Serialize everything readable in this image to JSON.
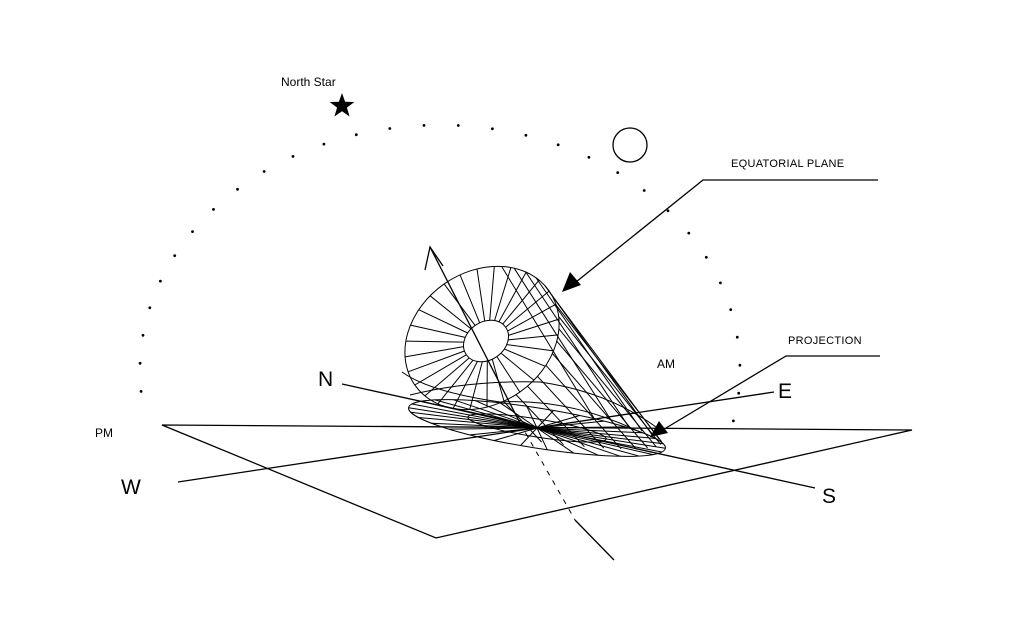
{
  "labels": {
    "north_star": "North Star",
    "equatorial_plane": "EQUATORIAL PLANE",
    "projection": "PROJECTION",
    "am": "AM",
    "pm": "PM",
    "north": "N",
    "east": "E",
    "south": "S",
    "west": "W"
  },
  "colors": {
    "ink": "#000000",
    "background": "#ffffff"
  },
  "icons": {
    "north_star": "star-icon",
    "sun": "sun-circle-icon"
  }
}
